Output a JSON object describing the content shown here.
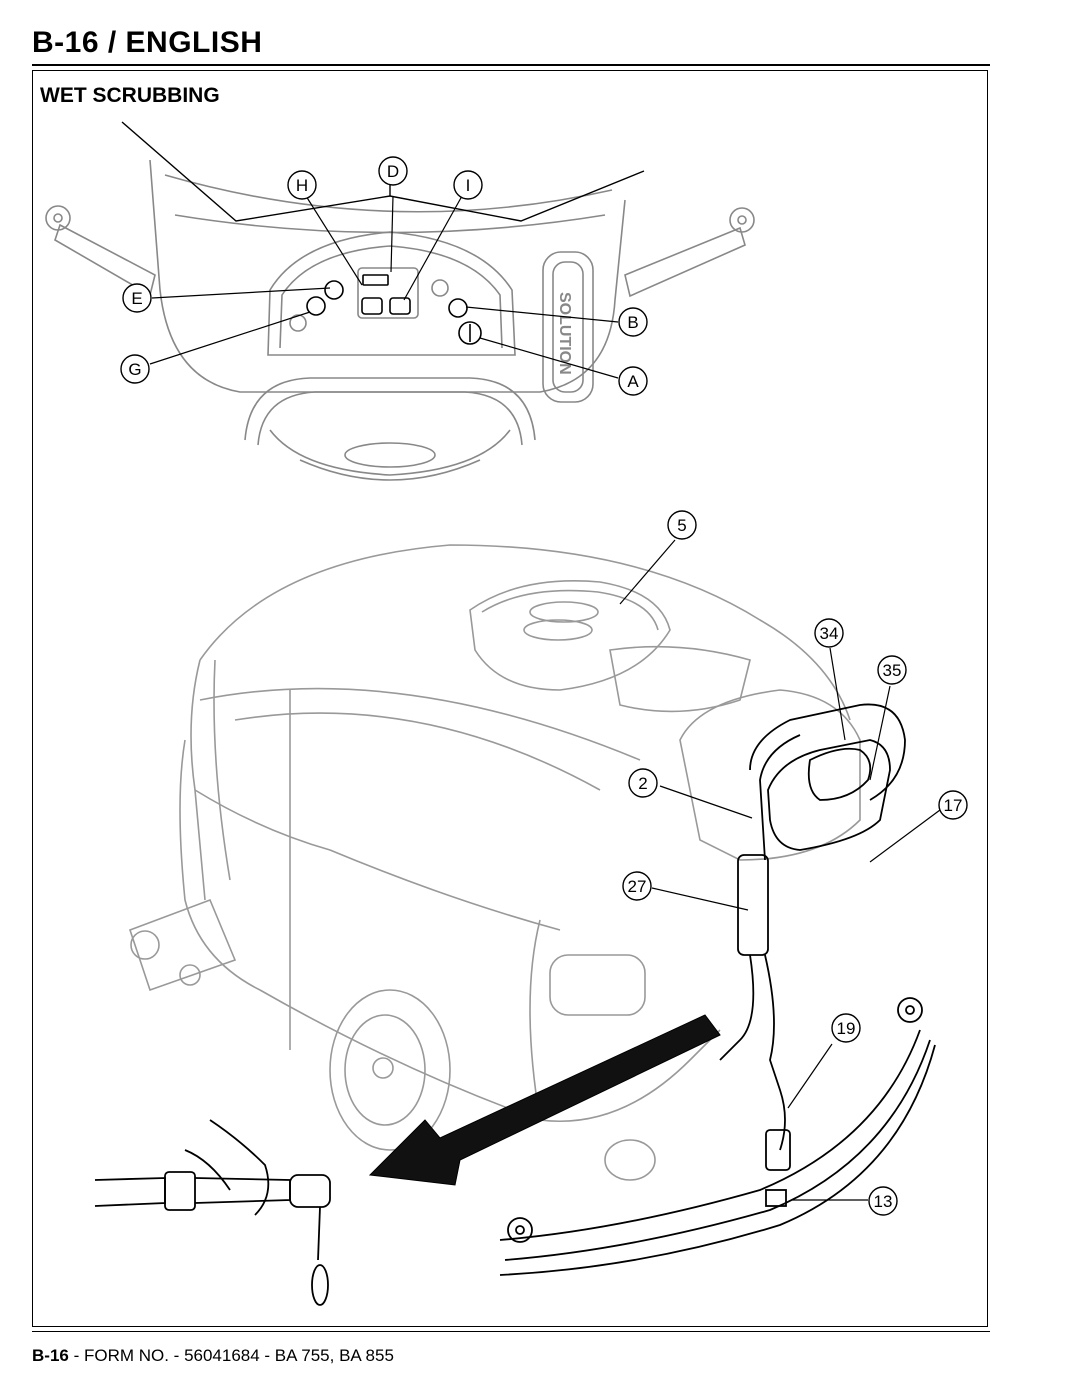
{
  "header": {
    "title": "B-16 / ENGLISH"
  },
  "section": {
    "title": "WET SCRUBBING"
  },
  "callouts": {
    "H": "H",
    "D": "D",
    "I": "I",
    "E": "E",
    "B": "B",
    "G": "G",
    "A": "A",
    "c5": "5",
    "c34": "34",
    "c35": "35",
    "c2": "2",
    "c17": "17",
    "c27": "27",
    "c19": "19",
    "c13": "13"
  },
  "panel_text": {
    "solution": "SOLUTION"
  },
  "footer": {
    "page": "B-16",
    "form": " - FORM NO. - 56041684 - BA 755, BA 855"
  }
}
